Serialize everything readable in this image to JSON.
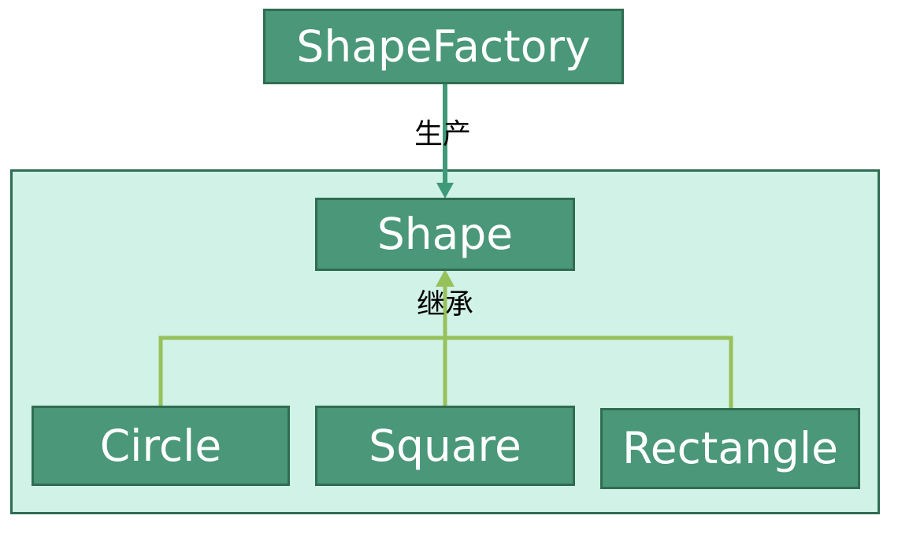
{
  "nodes": {
    "factory": "ShapeFactory",
    "shape": "Shape",
    "circle": "Circle",
    "square": "Square",
    "rectangle": "Rectangle"
  },
  "edges": {
    "produce_label": "生产",
    "inherit_label": "继承"
  },
  "colors": {
    "node_fill": "#4a9779",
    "node_border": "#2f6d52",
    "container_fill": "#d1f2e6",
    "produce_arrow": "#3f9a7a",
    "inherit_arrow": "#96c15b",
    "node_text": "#ffffff"
  }
}
